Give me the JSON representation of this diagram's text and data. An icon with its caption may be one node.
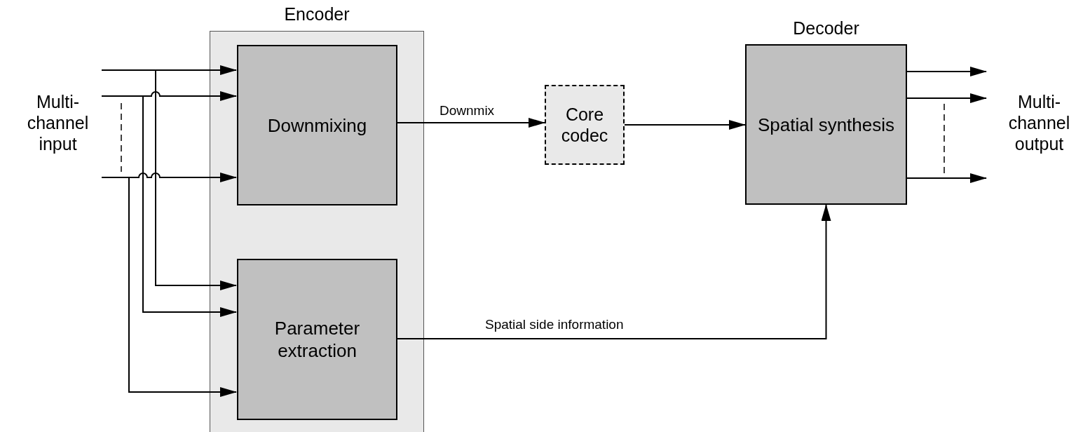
{
  "diagram": {
    "nodes": [
      {
        "text": [
          "Multi-channel input"
        ]
      },
      {
        "text": [
          "Encoder"
        ]
      },
      {
        "text": [
          "Downmixing"
        ],
        "in": 1
      },
      {
        "text": [
          "Parameter extraction"
        ],
        "in": 1
      },
      {
        "text": [
          "Core codec"
        ]
      },
      {
        "text": [
          "Decoder",
          "Spatial synthesis"
        ]
      },
      {
        "text": [
          "Multi-channel output"
        ]
      }
    ],
    "edges": [
      {
        "from": 0,
        "to": 2,
        "arrow": "to"
      },
      {
        "from": 0,
        "to": 2,
        "arrow": "to"
      },
      {
        "from": 0,
        "to": 2,
        "arrow": "to"
      },
      {
        "from": 0,
        "to": 3,
        "arrow": "to"
      },
      {
        "from": 0,
        "to": 3,
        "arrow": "to"
      },
      {
        "from": 0,
        "to": 3,
        "arrow": "to"
      },
      {
        "from": 2,
        "to": 4,
        "arrow": "to",
        "label": "Downmix"
      },
      {
        "from": 4,
        "to": 5,
        "arrow": "to"
      },
      {
        "from": 5,
        "to": 6,
        "arrow": "to"
      },
      {
        "from": 5,
        "to": 6,
        "arrow": "to"
      },
      {
        "from": 5,
        "to": 6,
        "arrow": "to"
      },
      {
        "from": 3,
        "to": 5,
        "arrow": "to",
        "label": "Spatial side information"
      }
    ]
  }
}
